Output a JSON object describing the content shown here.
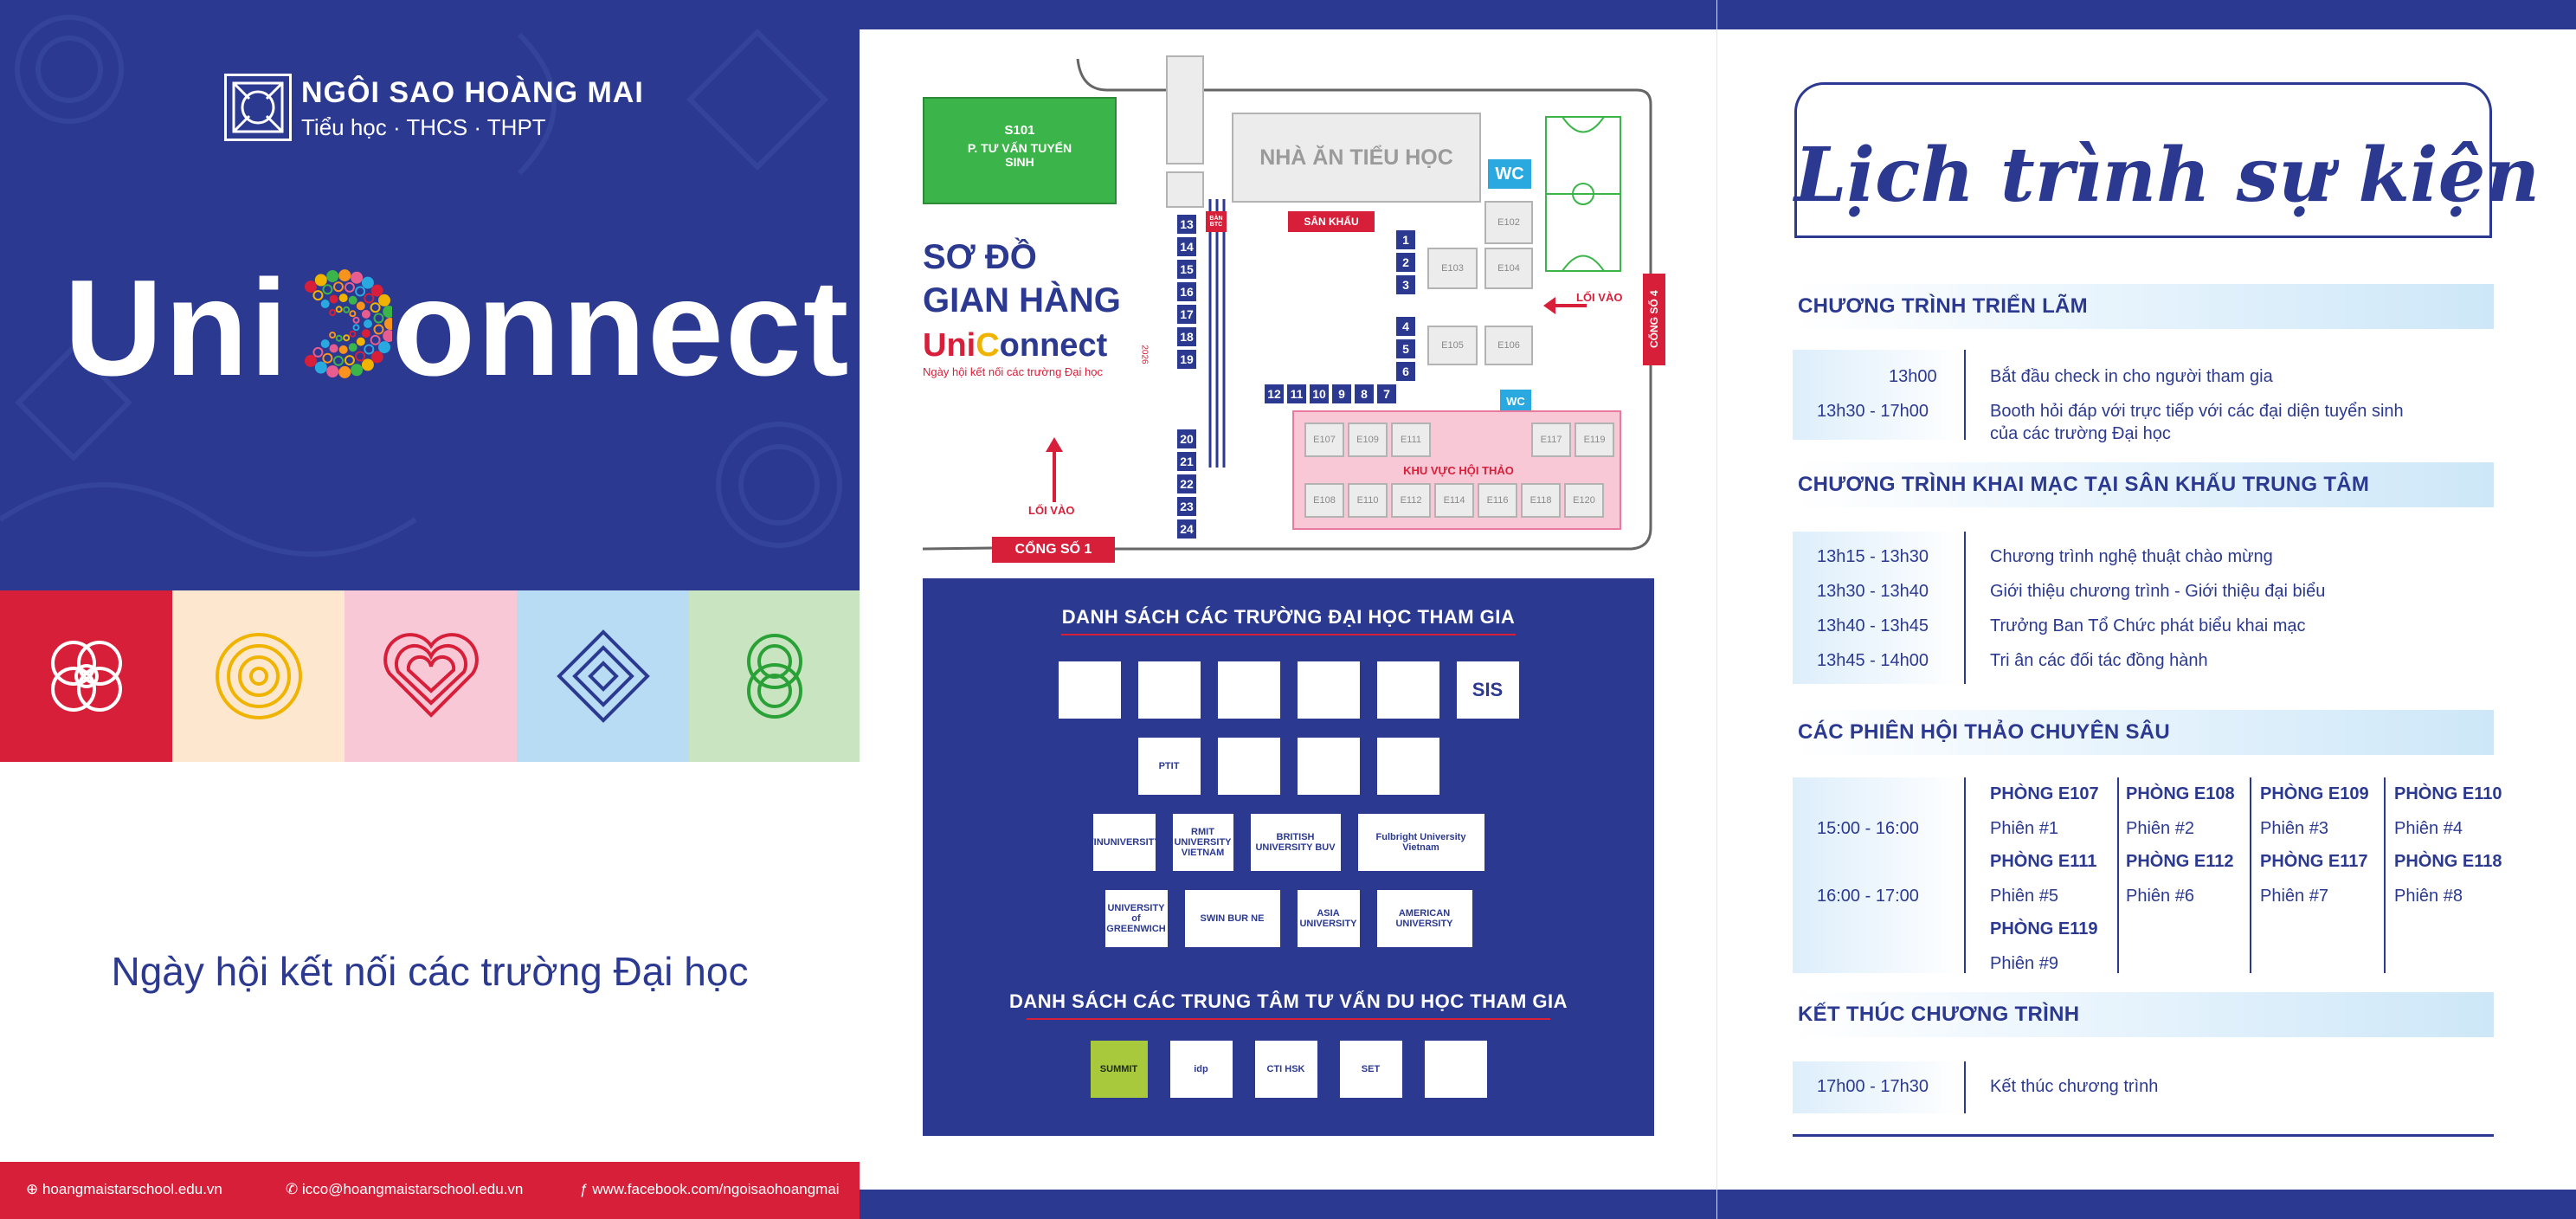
{
  "left": {
    "brand_name": "NGÔI SAO HOÀNG MAI",
    "brand_sub": "Tiểu học · THCS · THPT",
    "uni_prefix": "Uni",
    "uni_suffix": "onnect",
    "tagline": "Ngày hội kết nối các trường Đại học",
    "tile_colors": [
      "#d71f3a",
      "#fde8cf",
      "#f8c8d6",
      "#b7dcf4",
      "#c9e4c1"
    ],
    "footer": {
      "web": "hoangmaistarschool.edu.vn",
      "email": "icco@hoangmaistarschool.edu.vn",
      "facebook": "www.facebook.com/ngoisaohoangmai"
    }
  },
  "map": {
    "s101_code": "S101",
    "s101_name": "P. TƯ VẤN TUYỂN SINH",
    "title_line1": "SƠ ĐỒ",
    "title_line2": "GIAN HÀNG",
    "logo_prefix": "Uni",
    "logo_suffix": "onnect",
    "logo_year": "2026",
    "logo_caption": "Ngày hội kết nối các trường Đại học",
    "canteen": "NHÀ ĂN TIỂU HỌC",
    "wc": "WC",
    "stage": "SÂN KHẤU",
    "btc": "BÀN BTC",
    "entry": "LỐI VÀO",
    "gate1": "CỔNG SỐ 1",
    "gate4": "CỔNG SỐ 4",
    "seminar_area": "KHU VỰC HỘI THẢO",
    "booths_left_top": [
      "13",
      "14",
      "15",
      "16",
      "17",
      "18",
      "19"
    ],
    "booths_left_bottom": [
      "20",
      "21",
      "22",
      "23",
      "24"
    ],
    "booths_right": [
      "1",
      "2",
      "3",
      "4",
      "5",
      "6"
    ],
    "booths_row": [
      "12",
      "11",
      "10",
      "9",
      "8",
      "7"
    ],
    "rooms_small": [
      "E103",
      "E104",
      "E102",
      "E105",
      "E106"
    ],
    "rooms_top": [
      "E107",
      "E109",
      "E111",
      "E117",
      "E119"
    ],
    "rooms_bottom": [
      "E108",
      "E110",
      "E112",
      "E114",
      "E116",
      "E118",
      "E120"
    ]
  },
  "partners": {
    "uni_title": "DANH SÁCH CÁC TRƯỜNG ĐẠI HỌC THAM GIA",
    "center_title": "DANH SÁCH CÁC TRUNG TÂM TƯ VẤN DU HỌC THAM GIA",
    "row1": [
      "",
      "",
      "",
      "",
      "",
      "SIS"
    ],
    "row2": [
      "PTIT",
      "",
      "",
      ""
    ],
    "row3": [
      "VINUNIVERSITY",
      "RMIT UNIVERSITY VIETNAM",
      "BRITISH UNIVERSITY BUV",
      "Fulbright University Vietnam"
    ],
    "row4": [
      "UNIVERSITY of GREENWICH",
      "SWIN BUR NE",
      "ASIA UNIVERSITY",
      "AMERICAN UNIVERSITY"
    ],
    "centers": [
      "SUMMIT",
      "idp",
      "CTI HSK",
      "SET",
      ""
    ]
  },
  "schedule": {
    "title": "Lịch trình sự kiện",
    "sections": [
      {
        "heading": "CHƯƠNG TRÌNH TRIỂN LÃM",
        "items": [
          {
            "time": "13h00",
            "event": "Bắt đầu check in cho người tham gia"
          },
          {
            "time": "13h30 - 17h00",
            "event": "Booth hỏi đáp với trực tiếp với các đại diện tuyển sinh",
            "event2": "của các trường Đại học"
          }
        ]
      },
      {
        "heading": "CHƯƠNG TRÌNH KHAI MẠC TẠI SÂN KHẤU TRUNG TÂM",
        "items": [
          {
            "time": "13h15 - 13h30",
            "event": "Chương trình nghệ thuật chào mừng"
          },
          {
            "time": "13h30 - 13h40",
            "event": "Giới thiệu chương trình - Giới thiệu đại biểu"
          },
          {
            "time": "13h40 - 13h45",
            "event": "Trưởng Ban Tổ Chức phát biểu khai mạc"
          },
          {
            "time": "13h45 - 14h00",
            "event": "Tri ân các đối tác đồng hành"
          }
        ]
      },
      {
        "heading": "CÁC PHIÊN HỘI THẢO CHUYÊN SÂU",
        "times": [
          "15:00 - 16:00",
          "16:00 - 17:00"
        ],
        "rooms": [
          {
            "room": "PHÒNG E107",
            "session": "Phiên #1"
          },
          {
            "room": "PHÒNG E108",
            "session": "Phiên #2"
          },
          {
            "room": "PHÒNG E109",
            "session": "Phiên #3"
          },
          {
            "room": "PHÒNG E110",
            "session": "Phiên #4"
          },
          {
            "room": "PHÒNG E111",
            "session": "Phiên #5"
          },
          {
            "room": "PHÒNG E112",
            "session": "Phiên #6"
          },
          {
            "room": "PHÒNG E117",
            "session": "Phiên #7"
          },
          {
            "room": "PHÒNG E118",
            "session": "Phiên #8"
          },
          {
            "room": "PHÒNG E119",
            "session": "Phiên #9"
          }
        ]
      },
      {
        "heading": "KẾT THÚC CHƯƠNG TRÌNH",
        "items": [
          {
            "time": "17h00 - 17h30",
            "event": "Kết thúc chương trình"
          }
        ]
      }
    ]
  }
}
